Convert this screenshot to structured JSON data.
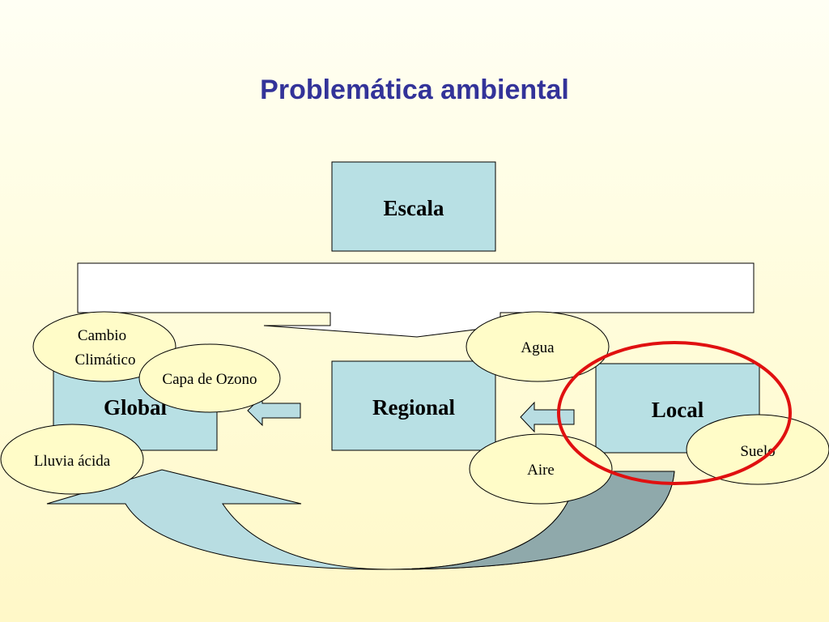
{
  "title": "Problemática ambiental",
  "nodes": {
    "escala": "Escala",
    "global": "Global",
    "regional": "Regional",
    "local": "Local"
  },
  "problems": {
    "cambio_line1": "Cambio",
    "cambio_line2": "Climático",
    "ozono": "Capa de Ozono",
    "lluvia": "Lluvia ácida",
    "agua": "Agua",
    "aire": "Aire",
    "suelo": "Suelo"
  },
  "colors": {
    "title": "#333399",
    "box_fill": "#b8e0e4",
    "oval_fill": "#fffcc8",
    "highlight": "#e01010",
    "curved_arrow_light": "#b8dde2",
    "curved_arrow_dark": "#8fa9ab"
  }
}
